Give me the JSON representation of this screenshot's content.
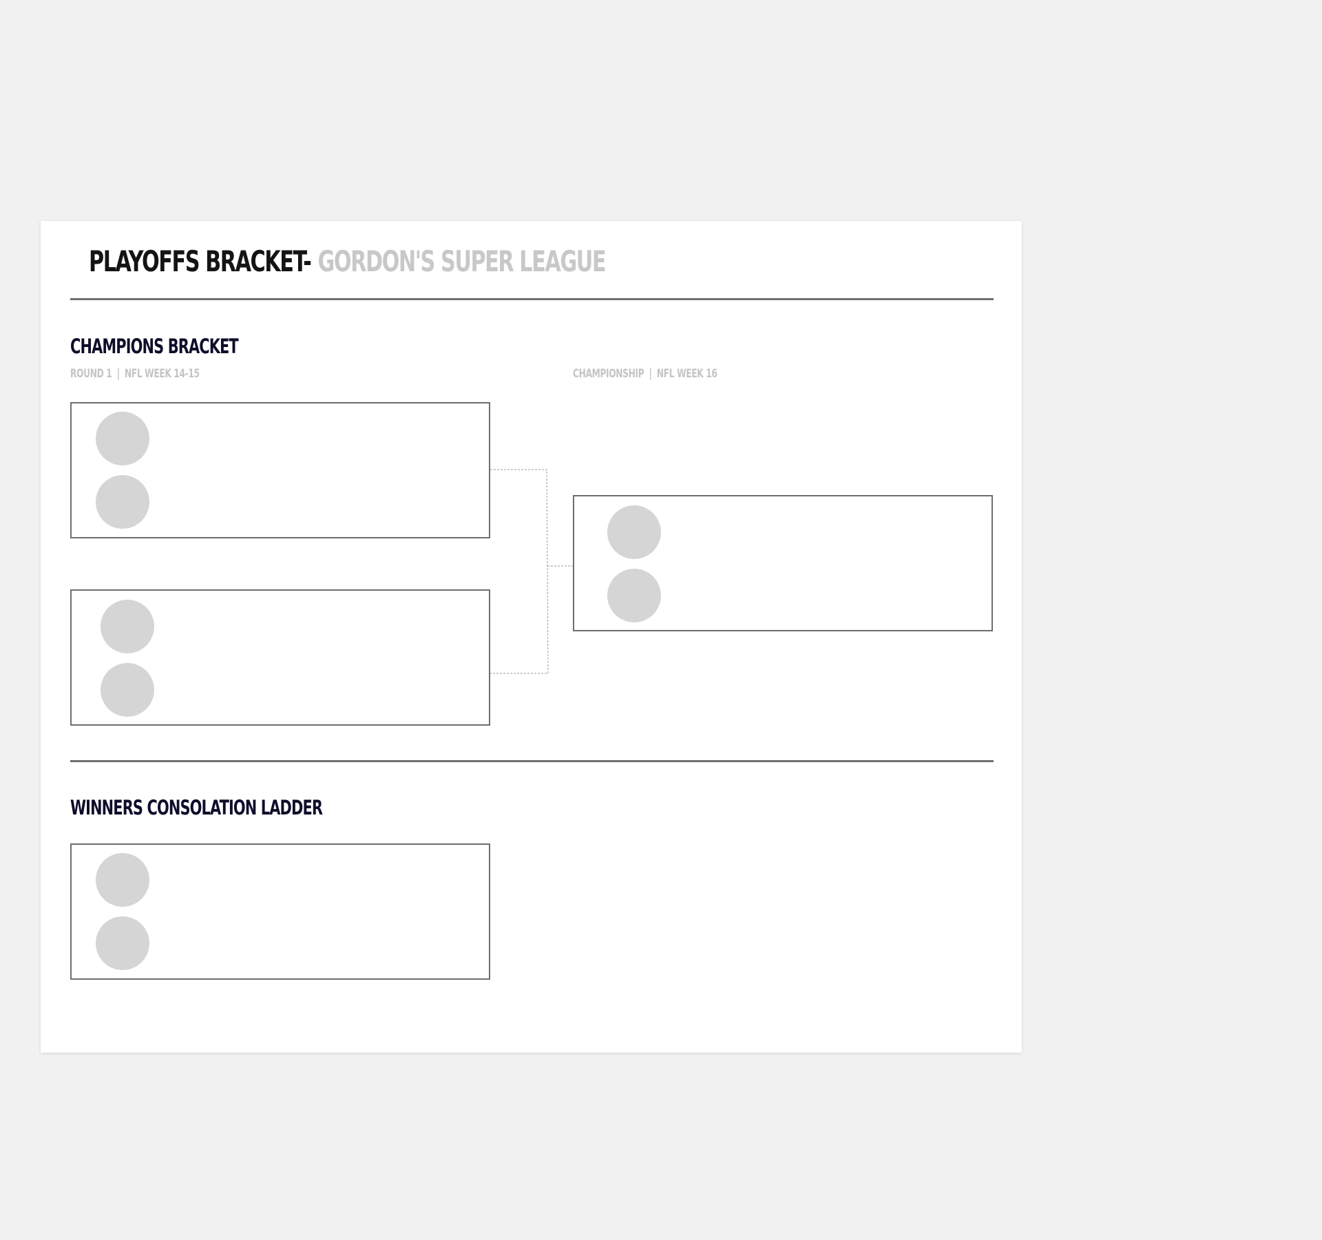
{
  "header": {
    "title": "PLAYOFFS BRACKET-",
    "league": "GORDON'S SUPER LEAGUE"
  },
  "champions_bracket": {
    "title": "CHAMPIONS BRACKET",
    "rounds": [
      {
        "round": "ROUND 1",
        "separator": "|",
        "week": "NFL WEEK 14-15"
      },
      {
        "round": "CHAMPIONSHIP",
        "separator": "|",
        "week": "NFL WEEK 16"
      }
    ]
  },
  "consolation": {
    "title": "WINNERS CONSOLATION LADDER"
  },
  "colors": {
    "background": "#f1f1f1",
    "card": "#ffffff",
    "title": "#141414",
    "league": "#c8c8c8",
    "section_title": "#0e0e2a",
    "round_label": "#c4c4c4",
    "border": "#6e6e6e",
    "team_slot": "#d5d5d5"
  }
}
